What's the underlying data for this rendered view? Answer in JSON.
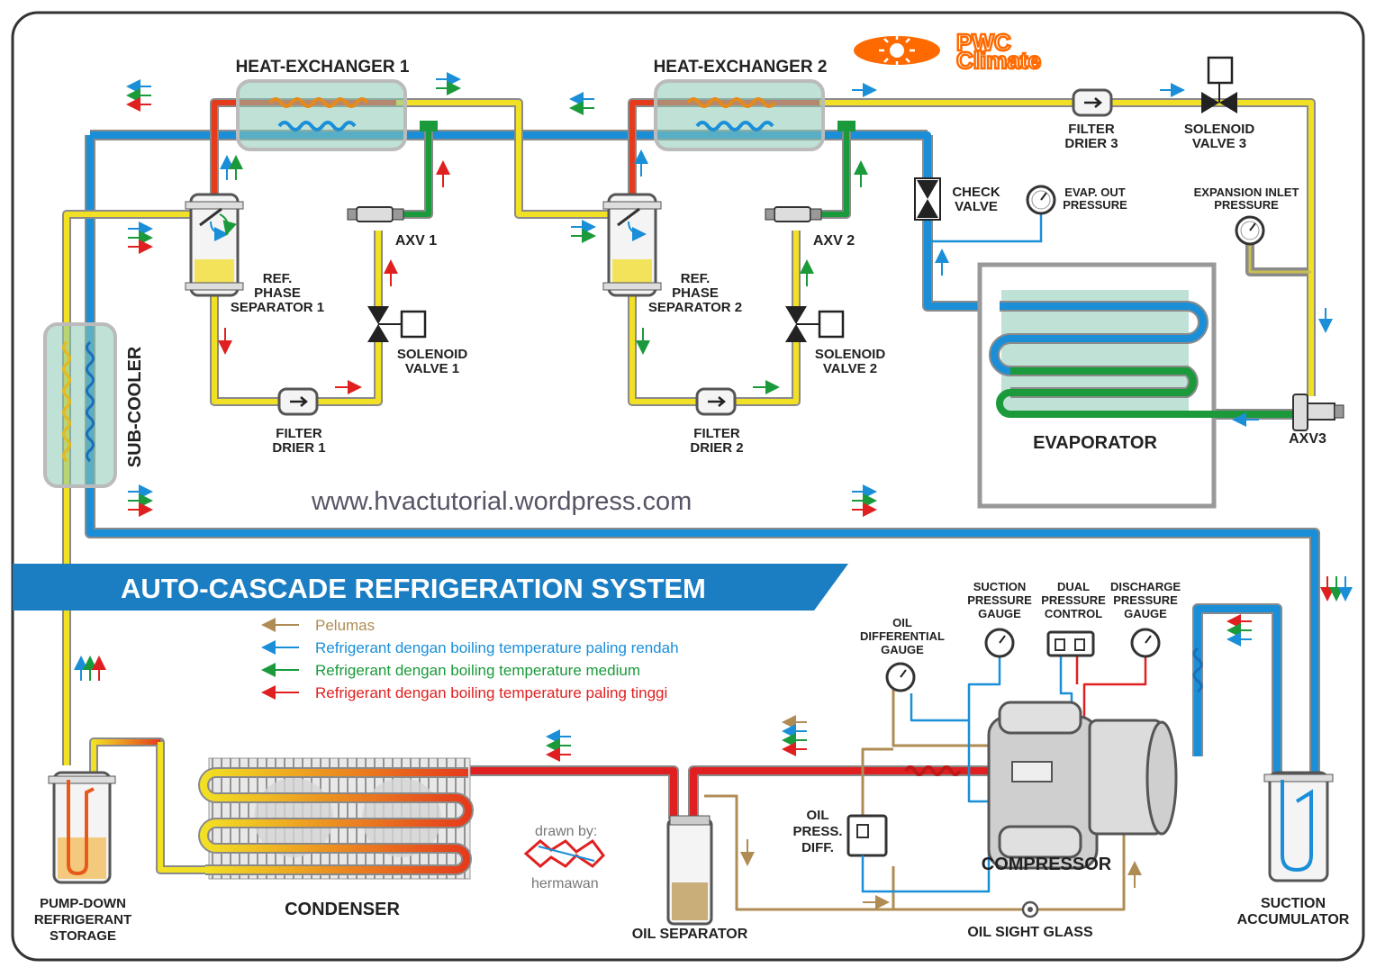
{
  "logo": {
    "line1": "PWC",
    "line2": "Climate"
  },
  "title": "AUTO-CASCADE REFRIGERATION SYSTEM",
  "website": "www.hvactutorial.wordpress.com",
  "credit": {
    "drawn_by": "drawn by:",
    "author": "hermawan"
  },
  "legend": [
    {
      "text": "Pelumas",
      "color": "#b08c55"
    },
    {
      "text": "Refrigerant dengan boiling temperature paling rendah",
      "color": "#1a8fd8"
    },
    {
      "text": "Refrigerant dengan boiling temperature medium",
      "color": "#1a9a3a"
    },
    {
      "text": "Refrigerant dengan boiling temperature paling tinggi",
      "color": "#e02020"
    }
  ],
  "labels": {
    "hx1": "HEAT-EXCHANGER 1",
    "hx2": "HEAT-EXCHANGER 2",
    "filter_drier_3": [
      "FILTER",
      "DRIER 3"
    ],
    "solenoid_valve_3": [
      "SOLENOID",
      "VALVE 3"
    ],
    "check_valve": [
      "CHECK",
      "VALVE"
    ],
    "evap_out_pressure": [
      "EVAP. OUT",
      "PRESSURE"
    ],
    "expansion_inlet_pressure": [
      "EXPANSION INLET",
      "PRESSURE"
    ],
    "axv1": "AXV 1",
    "axv2": "AXV 2",
    "axv3": "AXV3",
    "sep1": [
      "REF.",
      "PHASE",
      "SEPARATOR 1"
    ],
    "sep2": [
      "REF.",
      "PHASE",
      "SEPARATOR 2"
    ],
    "solenoid_valve_1": [
      "SOLENOID",
      "VALVE 1"
    ],
    "solenoid_valve_2": [
      "SOLENOID",
      "VALVE 2"
    ],
    "filter_drier_1": [
      "FILTER",
      "DRIER 1"
    ],
    "filter_drier_2": [
      "FILTER",
      "DRIER 2"
    ],
    "evaporator": "EVAPORATOR",
    "sub_cooler": "SUB-COOLER",
    "suction_gauge": [
      "SUCTION",
      "PRESSURE",
      "GAUGE"
    ],
    "dual_control": [
      "DUAL",
      "PRESSURE",
      "CONTROL"
    ],
    "discharge_gauge": [
      "DISCHARGE",
      "PRESSURE",
      "GAUGE"
    ],
    "oil_diff_gauge": [
      "OIL",
      "DIFFERENTIAL",
      "GAUGE"
    ],
    "oil_press_diff": [
      "OIL",
      "PRESS.",
      "DIFF."
    ],
    "compressor": "COMPRESSOR",
    "pump_down": [
      "PUMP-DOWN",
      "REFRIGERANT",
      "STORAGE"
    ],
    "condenser": "CONDENSER",
    "oil_separator": "OIL SEPARATOR",
    "oil_sight_glass": "OIL SIGHT GLASS",
    "suction_accumulator": [
      "SUCTION",
      "ACCUMULATOR"
    ]
  },
  "colors": {
    "low_boiling": "#1a8fd8",
    "medium_boiling": "#1a9a3a",
    "high_boiling": "#e02020",
    "oil": "#b08c55",
    "liquid_line": "#f2e024",
    "banner": "#1b7ec2",
    "logo": "#ff6a00"
  }
}
